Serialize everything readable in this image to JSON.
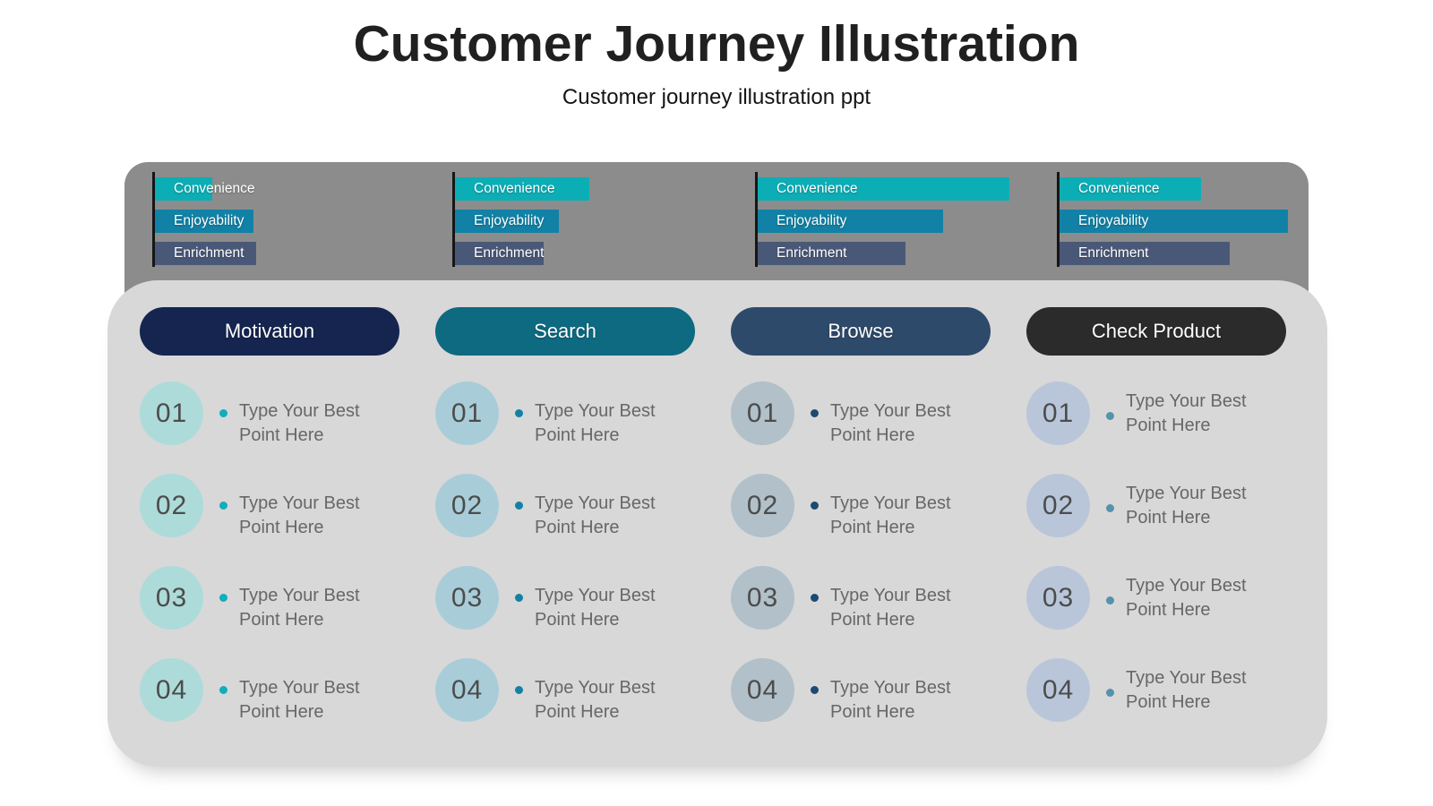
{
  "header": {
    "title": "Customer Journey Illustration",
    "subtitle": "Customer journey illustration ppt"
  },
  "chart_panel": {
    "background": "#8c8c8c",
    "axis_color": "#161616",
    "categories": [
      {
        "label": "Convenience",
        "color": "#0caeb6"
      },
      {
        "label": "Enjoyability",
        "color": "#1182a6"
      },
      {
        "label": "Enrichment",
        "color": "#4a5878"
      }
    ],
    "groups": [
      {
        "stage": "Motivation",
        "widths": [
          64,
          110,
          113
        ]
      },
      {
        "stage": "Search",
        "widths": [
          150,
          116,
          99
        ]
      },
      {
        "stage": "Browse",
        "widths": [
          281,
          207,
          165
        ]
      },
      {
        "stage": "Check Product",
        "widths": [
          158,
          255,
          190
        ]
      }
    ]
  },
  "chart_data": {
    "type": "bar",
    "orientation": "horizontal",
    "categories": [
      "Convenience",
      "Enjoyability",
      "Enrichment"
    ],
    "series": [
      {
        "name": "Motivation",
        "values": [
          64,
          110,
          113
        ]
      },
      {
        "name": "Search",
        "values": [
          150,
          116,
          99
        ]
      },
      {
        "name": "Browse",
        "values": [
          281,
          207,
          165
        ]
      },
      {
        "name": "Check Product",
        "values": [
          158,
          255,
          190
        ]
      }
    ],
    "value_unit": "relative bar length (px), no axis scale shown",
    "title": "",
    "xlabel": "",
    "ylabel": ""
  },
  "journey": {
    "background": "#d8d8d8",
    "columns": [
      {
        "label": "Motivation",
        "pill_color": "#152550",
        "circle_color": "#addbd9",
        "dot_color": "#10aebc",
        "items": [
          {
            "number": "01",
            "text": "Type Your Best Point Here"
          },
          {
            "number": "02",
            "text": "Type Your Best Point Here"
          },
          {
            "number": "03",
            "text": "Type Your Best Point Here"
          },
          {
            "number": "04",
            "text": "Type Your Best Point Here"
          }
        ]
      },
      {
        "label": "Search",
        "pill_color": "#0d6a81",
        "circle_color": "#a8cdd9",
        "dot_color": "#1580a6",
        "items": [
          {
            "number": "01",
            "text": "Type Your Best Point Here"
          },
          {
            "number": "02",
            "text": "Type Your Best Point Here"
          },
          {
            "number": "03",
            "text": "Type Your Best Point Here"
          },
          {
            "number": "04",
            "text": "Type Your Best Point Here"
          }
        ]
      },
      {
        "label": "Browse",
        "pill_color": "#2e4a6b",
        "circle_color": "#b1c0c9",
        "dot_color": "#1c4a71",
        "items": [
          {
            "number": "01",
            "text": "Type Your Best Point Here"
          },
          {
            "number": "02",
            "text": "Type Your Best Point Here"
          },
          {
            "number": "03",
            "text": "Type Your Best Point Here"
          },
          {
            "number": "04",
            "text": "Type Your Best Point Here"
          }
        ]
      },
      {
        "label": "Check Product",
        "pill_color": "#2b2b2b",
        "circle_color": "#b9c6da",
        "dot_color": "#5493a9",
        "items": [
          {
            "number": "01",
            "text": "Type Your Best Point Here"
          },
          {
            "number": "02",
            "text": "Type Your Best Point Here"
          },
          {
            "number": "03",
            "text": "Type Your Best Point Here"
          },
          {
            "number": "04",
            "text": "Type Your Best Point Here"
          }
        ]
      }
    ]
  }
}
